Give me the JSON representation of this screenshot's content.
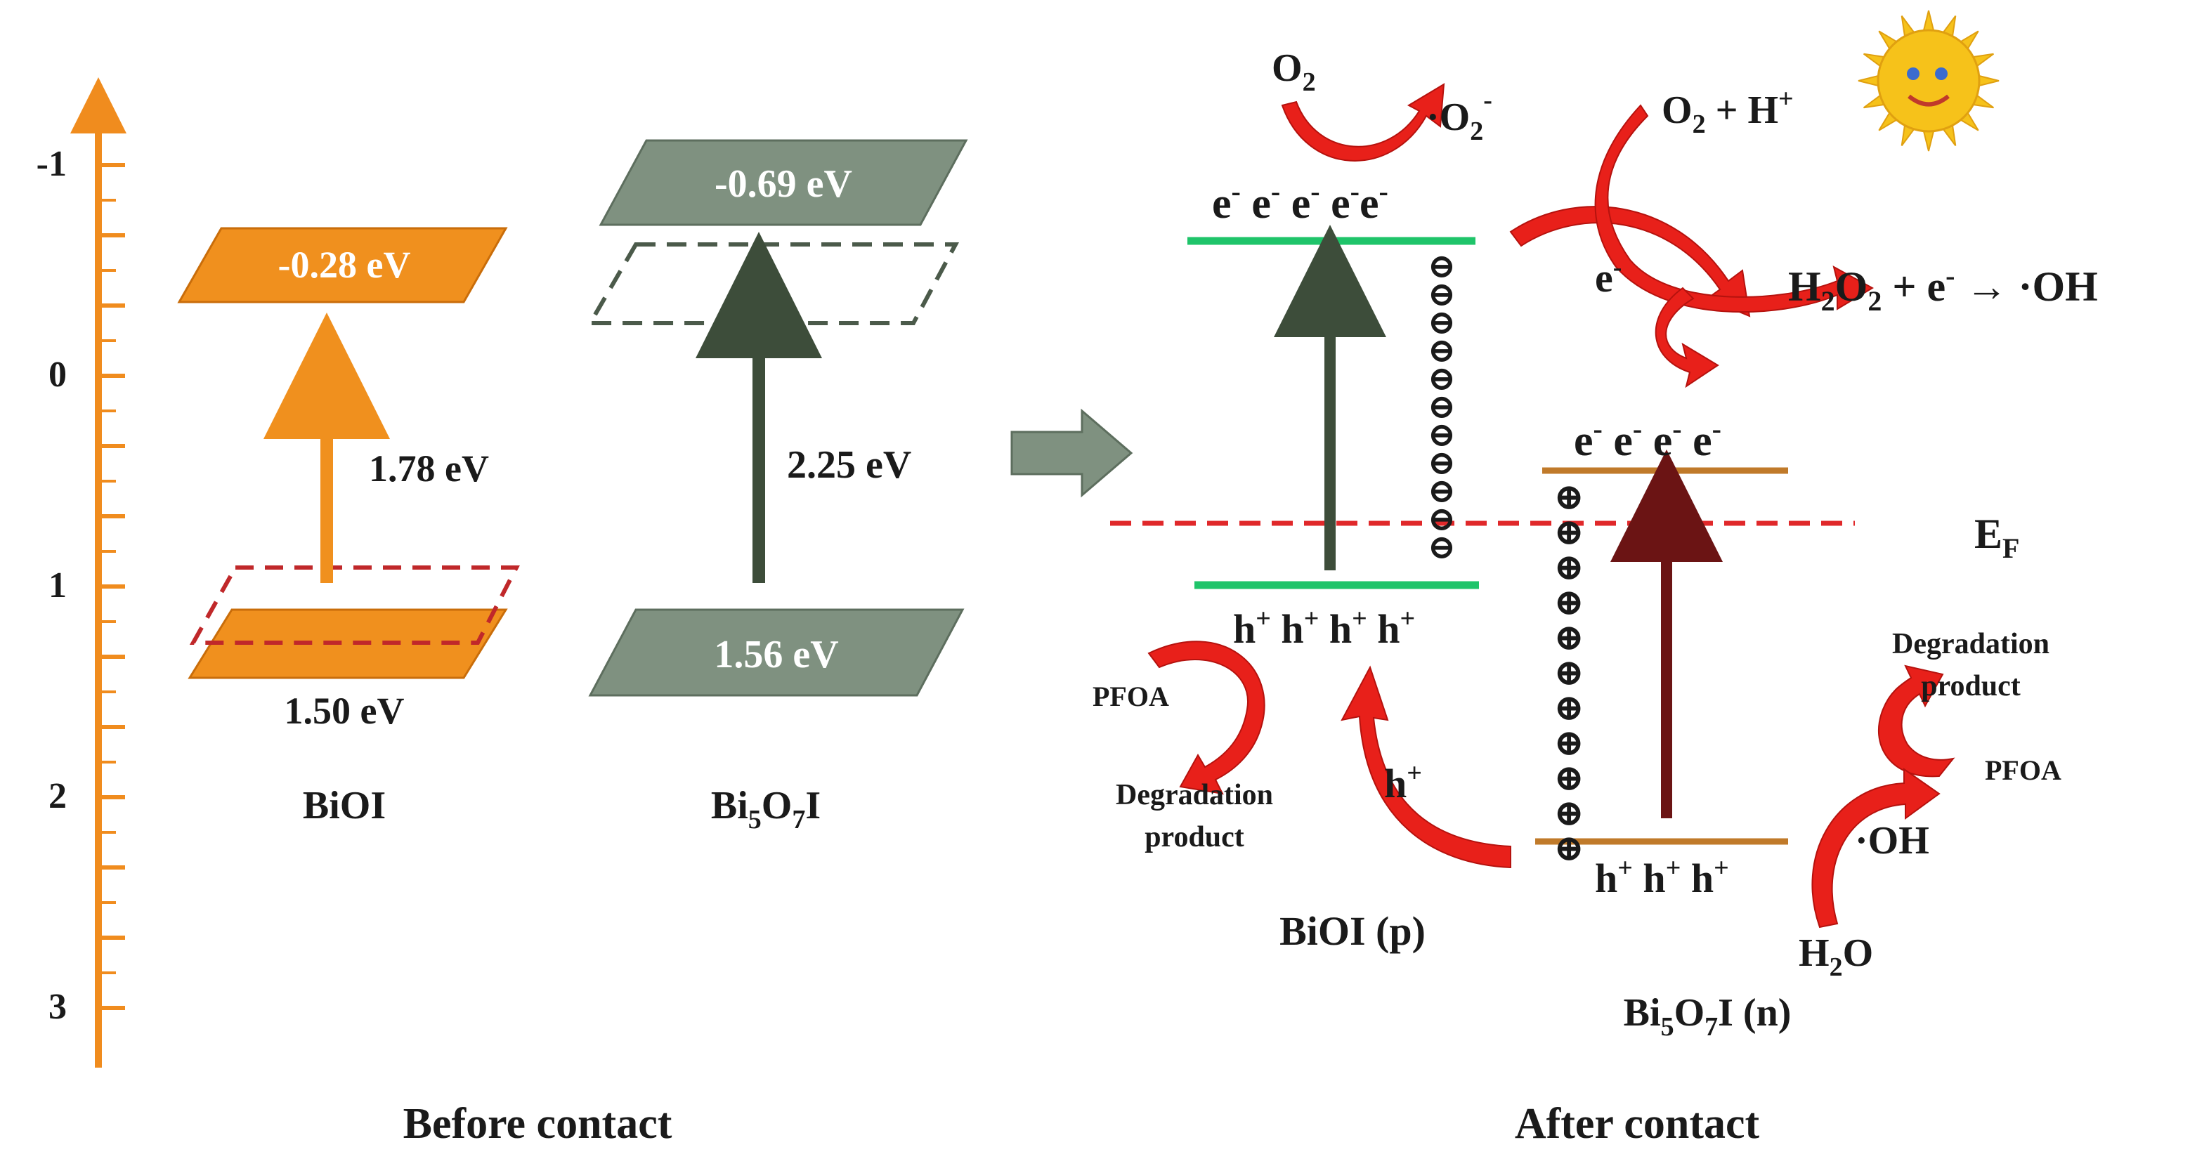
{
  "axis": {
    "ticks": [
      "-1",
      "0",
      "1",
      "2",
      "3"
    ],
    "color": "#f08c1e"
  },
  "before": {
    "title": "Before contact",
    "bioi": {
      "label": "BiOI",
      "cb": "-0.28 eV",
      "vb": "1.50 eV",
      "gap": "1.78 eV",
      "color": "#f0901e"
    },
    "bi5o7i": {
      "label_parts": [
        "Bi",
        "5",
        "O",
        "7",
        "I"
      ],
      "cb": "-0.69 eV",
      "vb": "1.56 eV",
      "gap": "2.25 eV",
      "color": "#7f9180"
    }
  },
  "after": {
    "title": "After contact",
    "bioi_label": "BiOI (p)",
    "bi5o7i_label_parts": [
      "Bi",
      "5",
      "O",
      "7",
      "I (n)"
    ],
    "fermi": "E",
    "fermi_sub": "F",
    "bioi_cb_electrons": [
      "e",
      "-",
      " e",
      "-",
      " e",
      "-",
      " e",
      "-",
      "e",
      "-"
    ],
    "bioi_vb_holes": [
      "h",
      "+",
      " h",
      "+",
      " h",
      "+",
      " h",
      "+"
    ],
    "bi5o7i_cb_electrons": [
      "e",
      "-",
      " e",
      "-",
      " e",
      "-",
      " e",
      "-"
    ],
    "bi5o7i_vb_holes": [
      "h",
      "+",
      " h",
      "+",
      " h",
      "+"
    ],
    "o2": [
      "O",
      "2"
    ],
    "superoxide": [
      "·O",
      "2",
      "-"
    ],
    "o2_hplus": [
      "O",
      "2",
      " + H",
      "+"
    ],
    "electron": [
      "e",
      "-"
    ],
    "h2o2_reaction": [
      "H",
      "2",
      "O",
      "2",
      " + e",
      "-",
      " → ·OH"
    ],
    "hole": [
      "h",
      "+"
    ],
    "pfoa_left": "PFOA",
    "degradation_left": [
      "Degradation",
      "product"
    ],
    "pfoa_right": "PFOA",
    "degradation_right": [
      "Degradation",
      "product"
    ],
    "oh": "·OH",
    "h2o": [
      "H",
      "2",
      "O"
    ],
    "minus_symbol": "⊖",
    "plus_symbol": "⊕"
  },
  "colors": {
    "dark_green": "#3d4d3a",
    "bright_green": "#1fc46a",
    "brown": "#c07a2a",
    "dark_red": "#6b1414",
    "red_dash": "#e0282a",
    "red_arrow": "#e8201a",
    "sun": "#f6c21a"
  }
}
